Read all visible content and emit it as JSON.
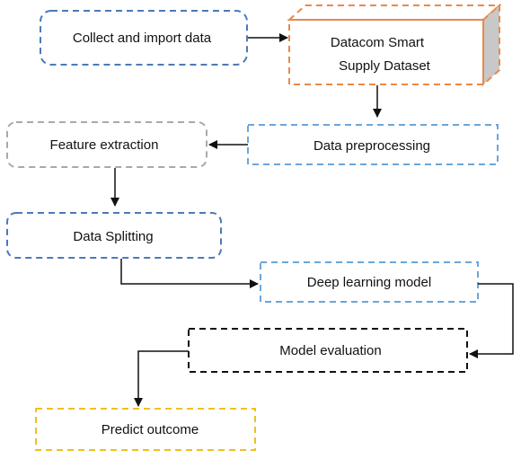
{
  "colors": {
    "blue": "#4a7ab8",
    "light_blue": "#6aa6dc",
    "orange": "#e8894a",
    "gray": "#a9a9a9",
    "black": "#111111",
    "yellow": "#f2bf1e",
    "cylinder_side": "#c8c8c8",
    "arrow": "#111111"
  },
  "nodes": {
    "collect": {
      "label": "Collect and import data"
    },
    "dataset": {
      "line1": "Datacom Smart",
      "line2": "Supply Dataset"
    },
    "preprocess": {
      "label": "Data preprocessing"
    },
    "feature": {
      "label": "Feature extraction"
    },
    "split": {
      "label": "Data Splitting"
    },
    "model": {
      "label": "Deep learning model"
    },
    "evaluation": {
      "label": "Model evaluation"
    },
    "predict": {
      "label": "Predict outcome"
    }
  }
}
